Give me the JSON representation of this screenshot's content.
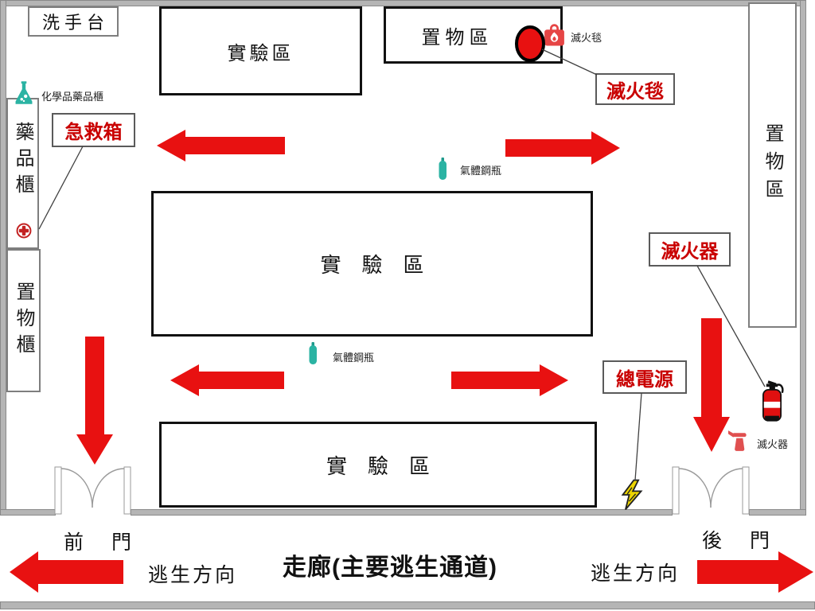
{
  "colors": {
    "arrow_red": "#e81111",
    "label_red": "#c90000",
    "teal": "#2bb3a3",
    "wall_gray": "#b5b5b5",
    "lightning_yellow": "#edd500"
  },
  "rooms": {
    "wash_basin": "洗手台",
    "lab_top": "實驗區",
    "storage_top": "置物區",
    "storage_right": "置物區",
    "medicine_cabinet": "藥品櫃",
    "storage_cabinet": "置物櫃",
    "lab_center": "實驗區",
    "lab_bottom": "實驗區"
  },
  "callouts": {
    "first_aid_kit": "急救箱",
    "fire_blanket": "滅火毯",
    "fire_extinguisher": "滅火器",
    "main_power": "總電源"
  },
  "annotations": {
    "chemical_cabinet": "化學品藥品櫃",
    "fire_blanket_small": "滅火毯",
    "gas_cylinder_top": "氣體鋼瓶",
    "gas_cylinder_mid": "氣體鋼瓶",
    "fire_extinguisher_small": "滅火器"
  },
  "corridor": {
    "front_door": "前 門",
    "back_door": "後 門",
    "escape_dir_left": "逃生方向",
    "escape_dir_right": "逃生方向",
    "label": "走廊(主要逃生通道)"
  }
}
